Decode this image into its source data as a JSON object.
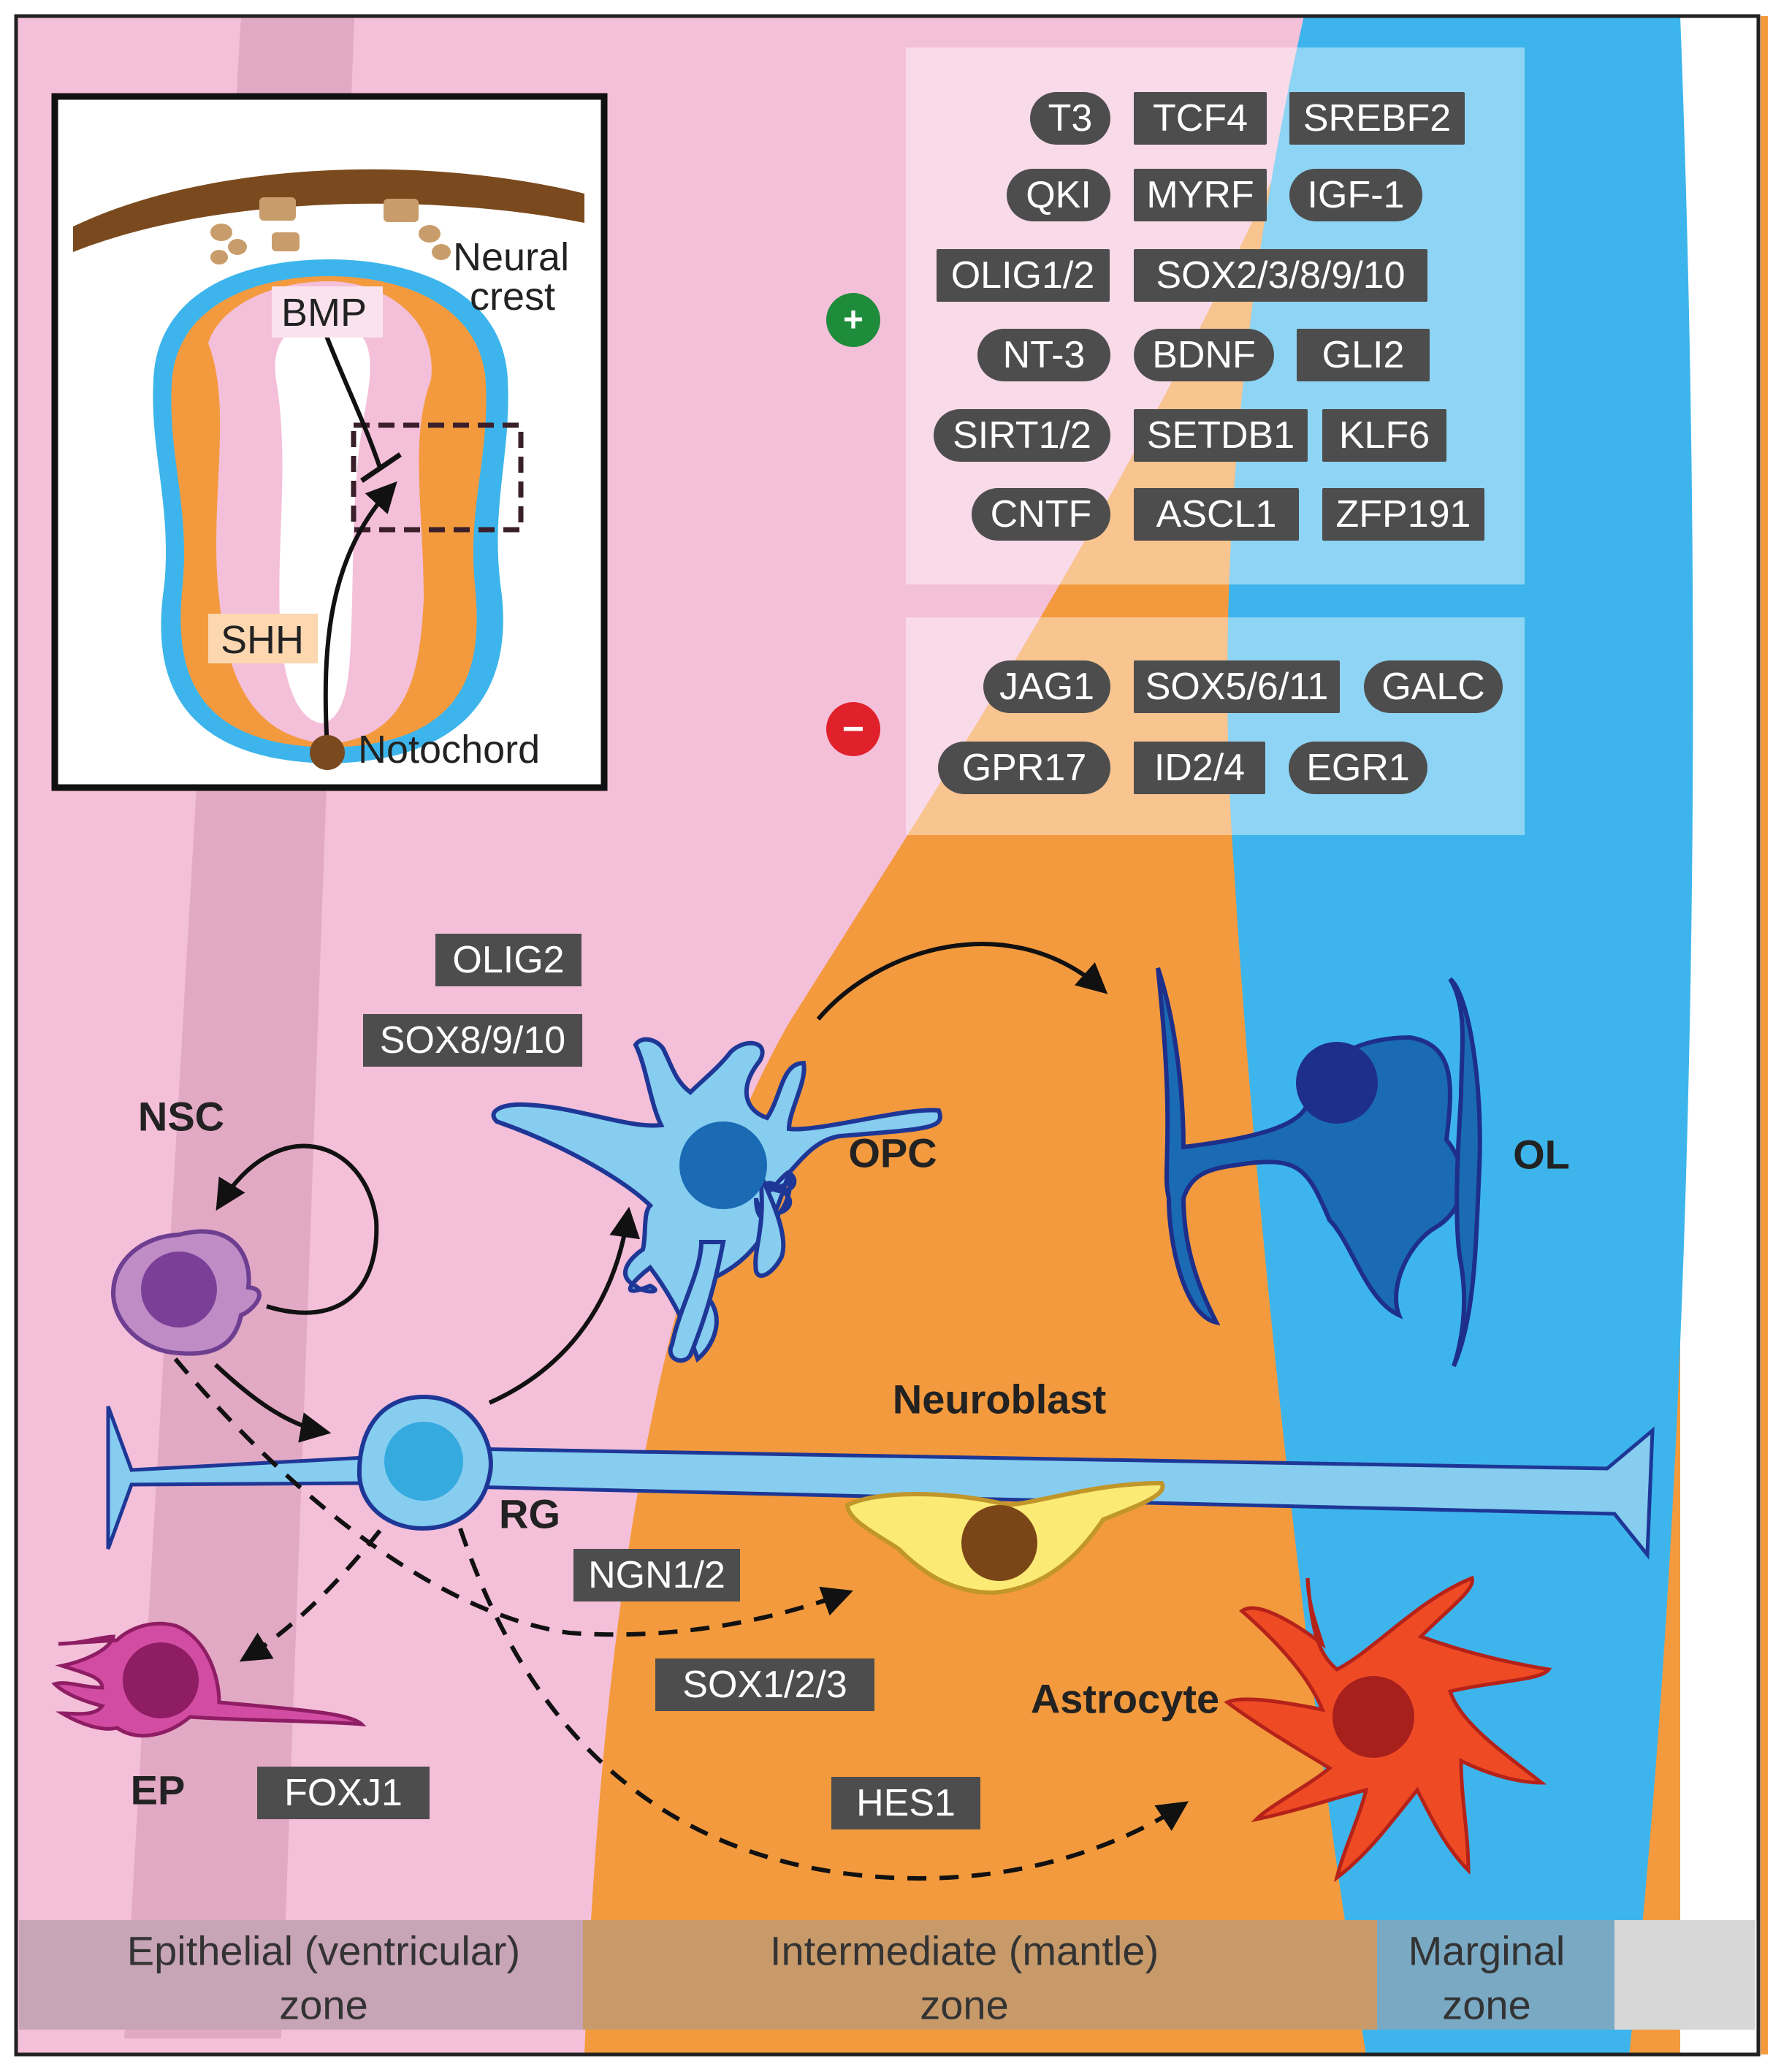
{
  "inset": {
    "neural_crest": [
      "Neural",
      "crest"
    ],
    "bmp": "BMP",
    "shh": "SHH",
    "notochord": "Notochord"
  },
  "signals": {
    "positive_symbol": "+",
    "negative_symbol": "−",
    "positive": [
      {
        "label": "T3",
        "shape": "pill"
      },
      {
        "label": "TCF4",
        "shape": "rect"
      },
      {
        "label": "SREBF2",
        "shape": "rect"
      },
      {
        "label": "QKI",
        "shape": "pill"
      },
      {
        "label": "MYRF",
        "shape": "rect"
      },
      {
        "label": "IGF-1",
        "shape": "pill"
      },
      {
        "label": "OLIG1/2",
        "shape": "rect"
      },
      {
        "label": "SOX2/3/8/9/10",
        "shape": "rect"
      },
      {
        "label": "NT-3",
        "shape": "pill"
      },
      {
        "label": "BDNF",
        "shape": "pill"
      },
      {
        "label": "GLI2",
        "shape": "rect"
      },
      {
        "label": "SIRT1/2",
        "shape": "pill"
      },
      {
        "label": "SETDB1",
        "shape": "rect"
      },
      {
        "label": "KLF6",
        "shape": "rect"
      },
      {
        "label": "CNTF",
        "shape": "pill"
      },
      {
        "label": "ASCL1",
        "shape": "rect"
      },
      {
        "label": "ZFP191",
        "shape": "rect"
      }
    ],
    "negative": [
      {
        "label": "JAG1",
        "shape": "pill"
      },
      {
        "label": "SOX5/6/11",
        "shape": "rect"
      },
      {
        "label": "GALC",
        "shape": "pill"
      },
      {
        "label": "GPR17",
        "shape": "pill"
      },
      {
        "label": "ID2/4",
        "shape": "rect"
      },
      {
        "label": "EGR1",
        "shape": "pill"
      }
    ]
  },
  "cells": {
    "nsc": "NSC",
    "rg": "RG",
    "opc": "OPC",
    "ol": "OL",
    "neuroblast": "Neuroblast",
    "astrocyte": "Astrocyte",
    "ep": "EP"
  },
  "factors": {
    "olig2": "OLIG2",
    "sox8910": "SOX8/9/10",
    "ngn12": "NGN1/2",
    "sox123": "SOX1/2/3",
    "hes1": "HES1",
    "foxj1": "FOXJ1"
  },
  "zones": [
    {
      "lines": [
        "Epithelial (ventricular)",
        "zone"
      ]
    },
    {
      "lines": [
        "Intermediate (mantle)",
        "zone"
      ]
    },
    {
      "lines": [
        "Marginal",
        "zone"
      ]
    }
  ],
  "colors": {
    "pink": "#F4BFD9",
    "dark_pink": "#E2A9C4",
    "orange": "#F39A3E",
    "blue": "#3DB5EC",
    "tag": "#4D4D4D",
    "positive": "#1E8C3A",
    "negative": "#E0202A"
  }
}
